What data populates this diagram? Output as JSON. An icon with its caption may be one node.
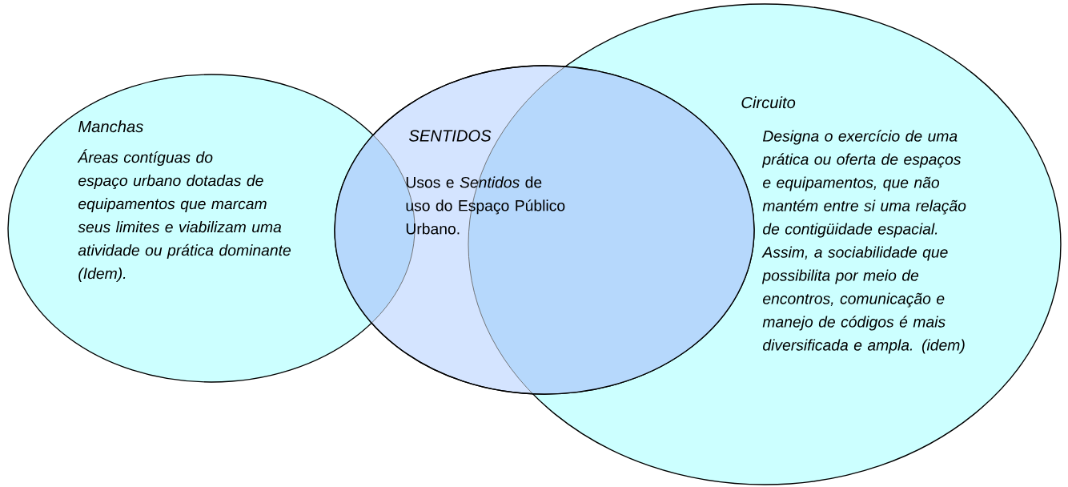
{
  "diagram": {
    "nodes": [
      {
        "text": [
          "Manchas",
          "Áreas contíguas do espaço urbano dotadas de equipamentos que marcam seus limites e viabilizam uma atividade ou prática dominante (Idem)."
        ]
      },
      {
        "text": [
          "SENTIDOS",
          "Usos e *Sentidos* de uso do Espaço Público Urbano."
        ]
      },
      {
        "text": [
          "Circuito",
          "Designa o exercício de uma prática ou oferta de espaços e equipamentos, que não mantém entre si uma relação de contigüidade espacial. Assim, a sociabilidade que possibilita por meio de encontros, comunicação e manejo de códigos é mais diversificada e ampla. (idem)"
        ]
      }
    ],
    "edges": []
  }
}
